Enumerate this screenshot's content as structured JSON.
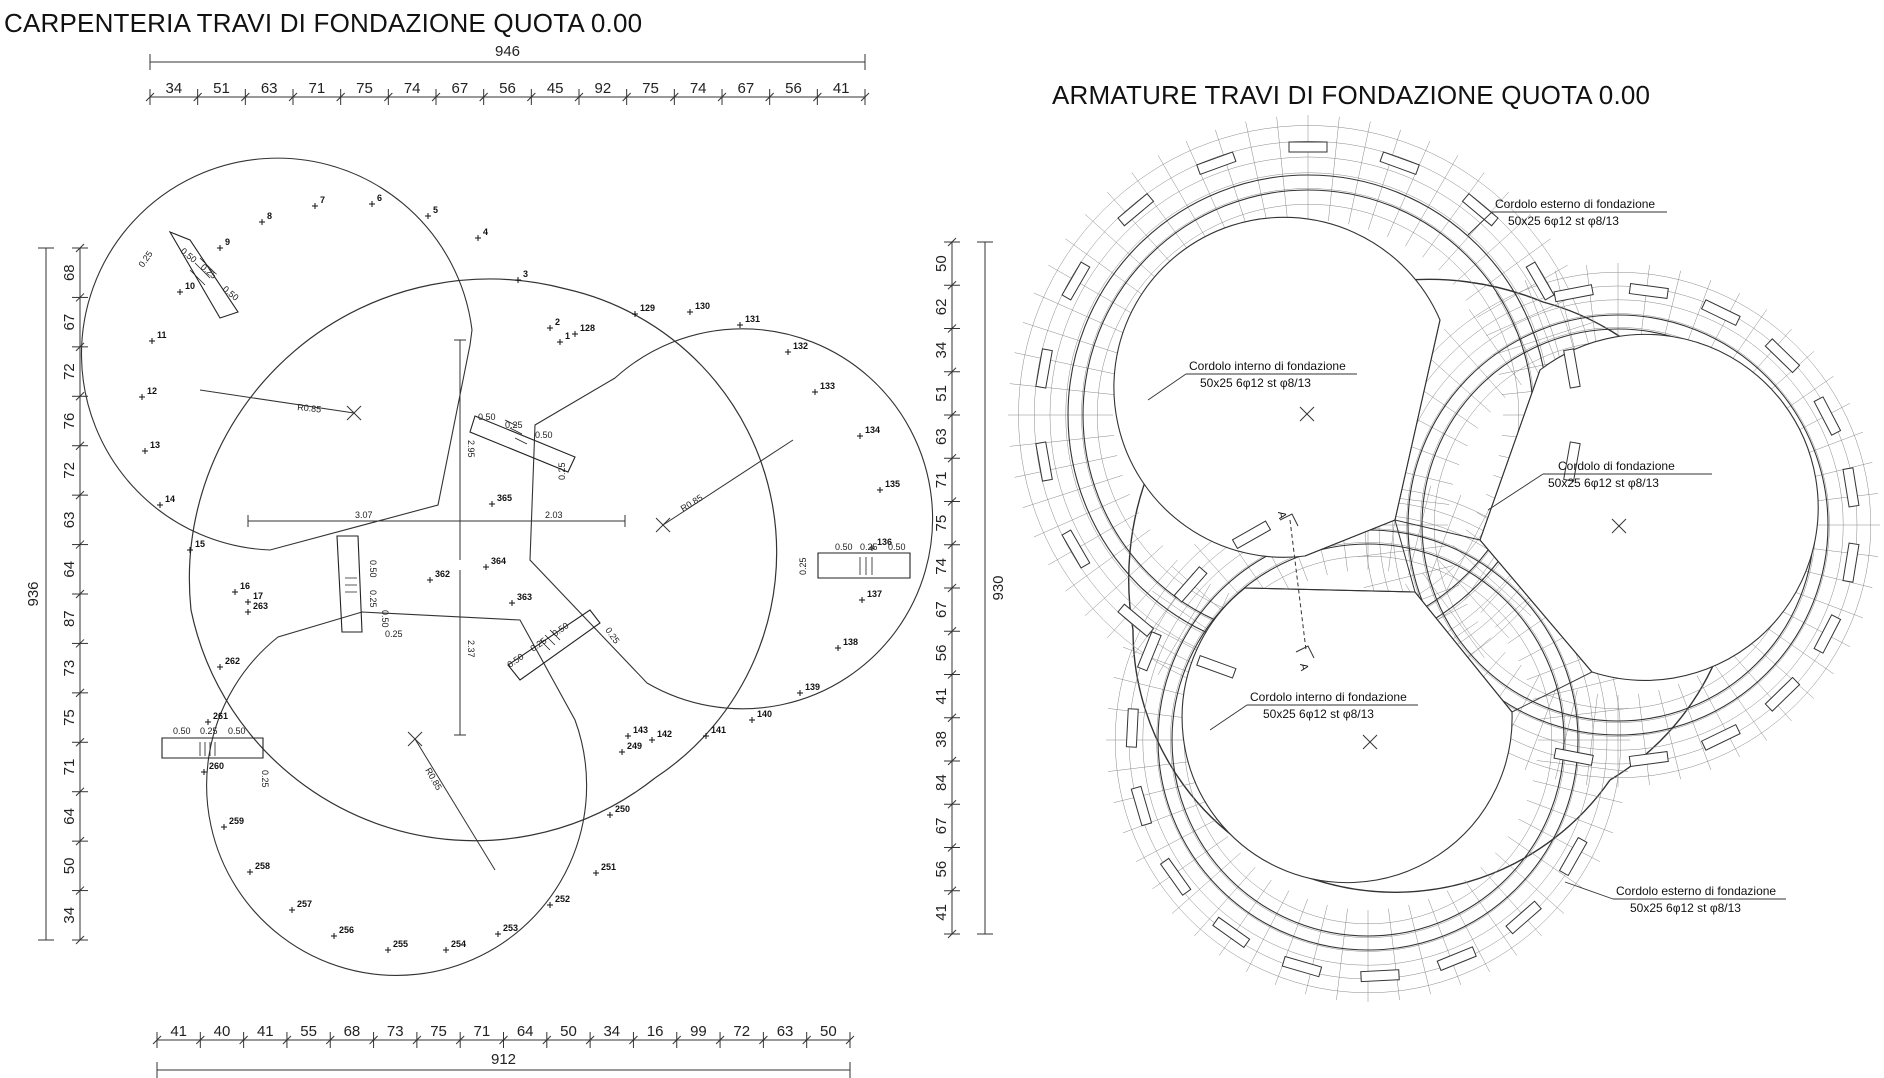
{
  "left_plan": {
    "title": "CARPENTERIA TRAVI DI FONDAZIONE QUOTA 0.00",
    "top_total": "946",
    "top_segments": [
      "34",
      "51",
      "63",
      "71",
      "75",
      "74",
      "67",
      "56",
      "45",
      "92",
      "75",
      "74",
      "67",
      "56",
      "41"
    ],
    "bottom_total": "912",
    "bottom_segments": [
      "41",
      "40",
      "41",
      "55",
      "68",
      "73",
      "75",
      "71",
      "64",
      "50",
      "34",
      "16",
      "99",
      "72",
      "63",
      "50"
    ],
    "left_total": "936",
    "left_segments": [
      "68",
      "67",
      "72",
      "76",
      "72",
      "63",
      "64",
      "87",
      "73",
      "75",
      "71",
      "64",
      "50",
      "34"
    ],
    "right_total": "930",
    "right_segments": [
      "50",
      "62",
      "34",
      "51",
      "63",
      "71",
      "75",
      "74",
      "67",
      "56",
      "41",
      "38",
      "84",
      "67",
      "56",
      "41"
    ],
    "radius_label": "R0.85",
    "beam_labels": [
      "0.50",
      "0.25",
      "0.50"
    ],
    "beam_side": "0.25",
    "inner_dims": [
      "3.07",
      "2.03",
      "2.95",
      "2.37",
      "0.25"
    ],
    "points": [
      "9",
      "8",
      "7",
      "6",
      "5",
      "4",
      "3",
      "10",
      "11",
      "12",
      "13",
      "14",
      "15",
      "16",
      "17",
      "263",
      "2",
      "1",
      "128",
      "129",
      "130",
      "131",
      "132",
      "133",
      "134",
      "135",
      "136",
      "137",
      "138",
      "139",
      "140",
      "141",
      "142",
      "143",
      "249",
      "262",
      "261",
      "260",
      "259",
      "258",
      "257",
      "256",
      "255",
      "254",
      "253",
      "252",
      "251",
      "250",
      "365",
      "362",
      "364",
      "363"
    ]
  },
  "right_plan": {
    "title": "ARMATURE TRAVI DI FONDAZIONE QUOTA 0.00",
    "notes": [
      {
        "label": "Cordolo esterno  di fondazione",
        "spec": "50x25 6φ12  st  φ8/13"
      },
      {
        "label": "Cordolo interno  di fondazione",
        "spec": "50x25 6φ12  st  φ8/13"
      },
      {
        "label": "Cordolo di fondazione",
        "spec": "50x25 6φ12  st  φ8/13"
      },
      {
        "label": "Cordolo interno  di fondazione",
        "spec": "50x25 6φ12  st  φ8/13"
      },
      {
        "label": "Cordolo esterno  di fondazione",
        "spec": "50x25 6φ12  st  φ8/13"
      }
    ],
    "section_mark": "A"
  }
}
